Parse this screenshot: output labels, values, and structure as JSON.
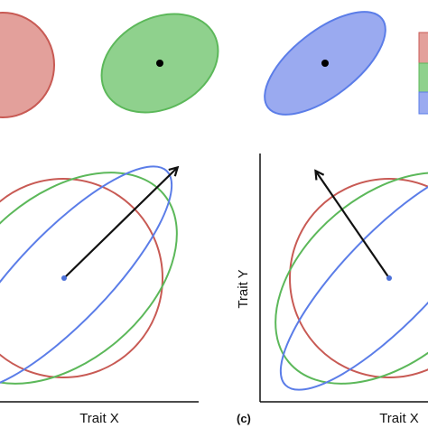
{
  "colors": {
    "red": "#c85a54",
    "red_fill": "#e3a09b",
    "green": "#5cb85a",
    "green_fill": "#8fd18d",
    "blue": "#5b7de8",
    "blue_fill": "#9aaaf0",
    "axis": "#111111",
    "arrow": "#111111",
    "center_dot_panel": "#4a6fd8"
  },
  "labels": {
    "left_panel_xlabel": "Trait X",
    "right_panel_xlabel": "Trait X",
    "right_panel_ylabel": "Trait Y",
    "right_panel_tag": "(c)"
  },
  "top_row": {
    "shapes": [
      "red-circle",
      "green-ellipse",
      "blue-ellipse"
    ],
    "center_dots": [
      "green-ellipse",
      "blue-ellipse"
    ]
  },
  "panels": {
    "left": {
      "curves": [
        "red-circle",
        "green-ellipse",
        "blue-ellipse"
      ],
      "arrow_direction": "up-right"
    },
    "right": {
      "curves": [
        "red-circle",
        "green-ellipse",
        "blue-ellipse"
      ],
      "arrow_direction": "up-left"
    }
  }
}
